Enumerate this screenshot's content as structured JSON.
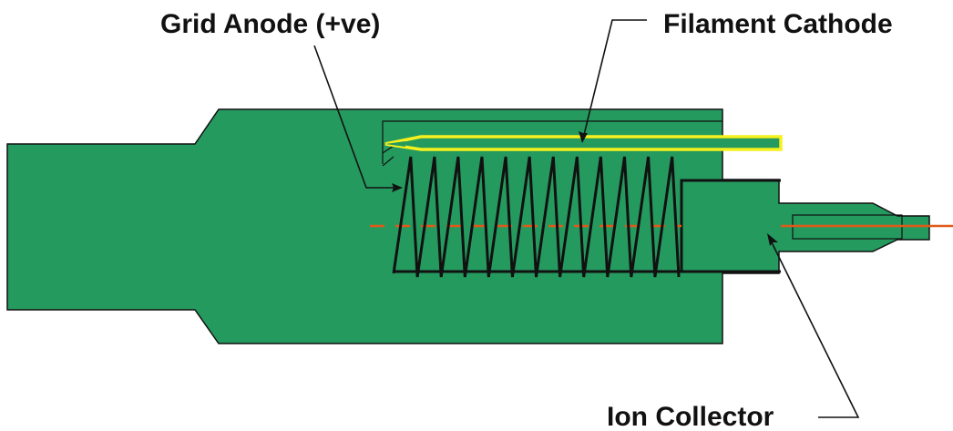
{
  "labels": {
    "grid_anode": "Grid Anode (+ve)",
    "filament_cathode": "Filament Cathode",
    "ion_collector": "Ion Collector"
  },
  "colors": {
    "body": "#259a5f",
    "outline": "#111111",
    "filament": "#f5f01e",
    "collector_wire": "#e05a1a",
    "background": "#ffffff"
  },
  "grid_coil_turns": 12
}
